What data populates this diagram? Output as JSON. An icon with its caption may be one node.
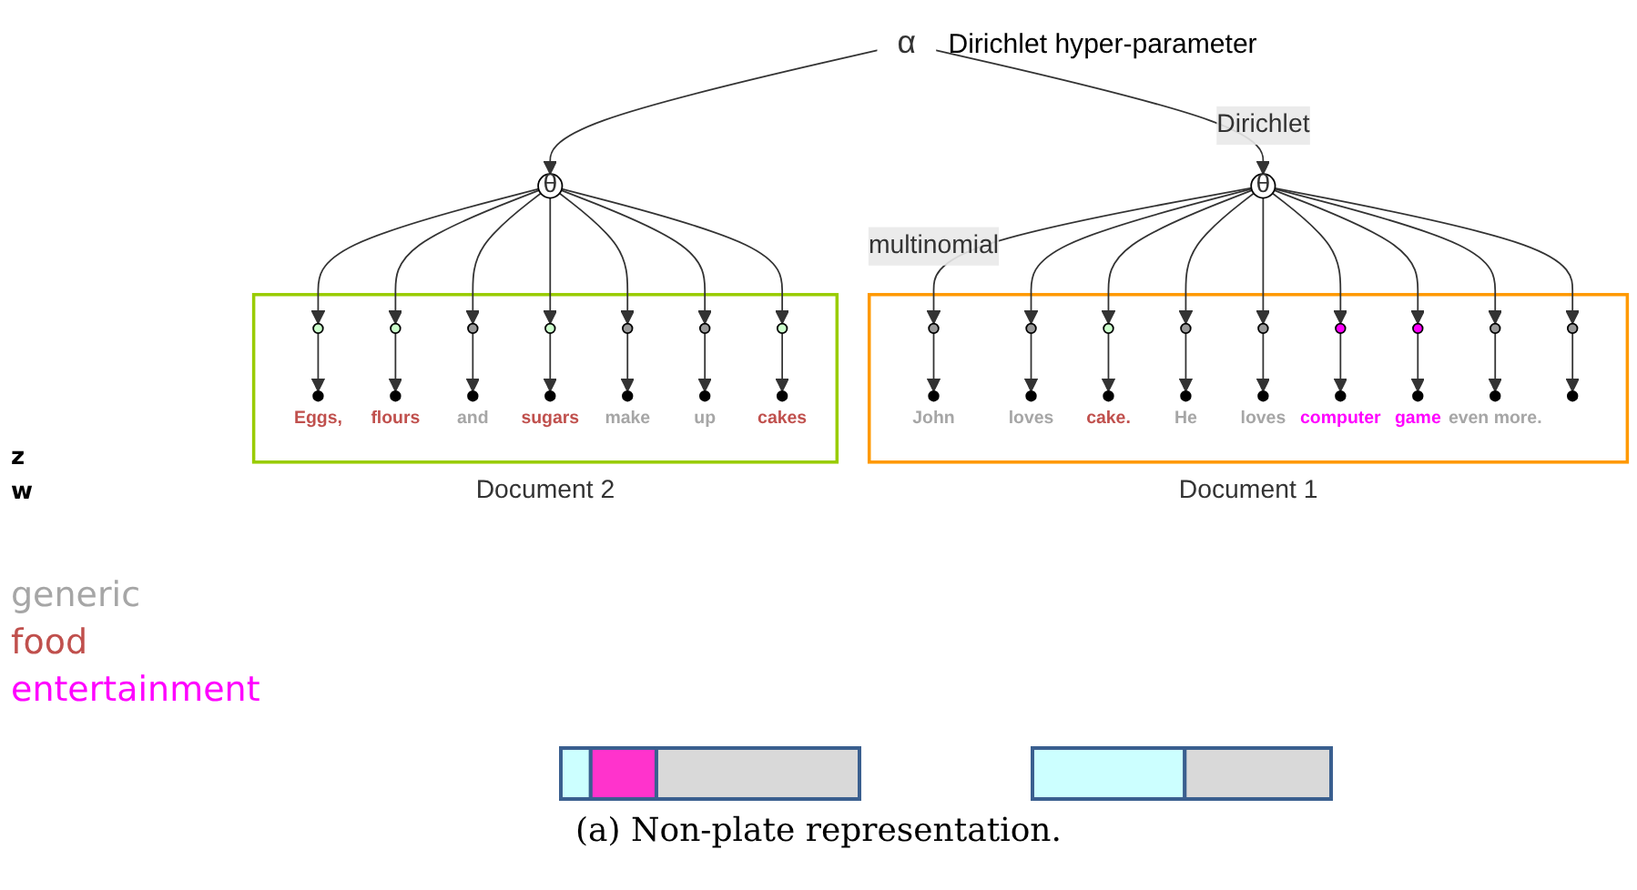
{
  "diagram": {
    "caption": "(a) Non-plate representation.",
    "nodes": [
      {
        "text": [
          "α"
        ],
        "beside": [
          "Dirichlet hyper-parameter"
        ]
      },
      {
        "text": [
          "θ"
        ]
      },
      {
        "text": [
          "θ"
        ]
      },
      {
        "text": [
          "Document 1"
        ]
      },
      {
        "text": [],
        "shape": "circle",
        "in": 3
      },
      {
        "text": [],
        "shape": "circle",
        "in": 3
      },
      {
        "text": [],
        "shape": "circle",
        "in": 3
      },
      {
        "text": [],
        "shape": "circle",
        "in": 3
      },
      {
        "text": [],
        "shape": "circle",
        "in": 3
      },
      {
        "text": [],
        "shape": "circle",
        "in": 3
      },
      {
        "text": [],
        "shape": "circle",
        "in": 3
      },
      {
        "text": [],
        "shape": "circle",
        "in": 3
      },
      {
        "text": [],
        "shape": "circle",
        "in": 3
      },
      {
        "text": [],
        "shape": "circle",
        "in": 3,
        "beside": [
          "John"
        ]
      },
      {
        "text": [],
        "shape": "circle",
        "in": 3,
        "beside": [
          "loves"
        ]
      },
      {
        "text": [],
        "shape": "circle",
        "in": 3,
        "beside": [
          "cake."
        ]
      },
      {
        "text": [],
        "shape": "circle",
        "in": 3,
        "beside": [
          "He"
        ]
      },
      {
        "text": [],
        "shape": "circle",
        "in": 3,
        "beside": [
          "loves"
        ]
      },
      {
        "text": [],
        "shape": "circle",
        "in": 3,
        "beside": [
          "computer"
        ]
      },
      {
        "text": [],
        "shape": "circle",
        "in": 3,
        "beside": [
          "game"
        ]
      },
      {
        "text": [],
        "shape": "circle",
        "in": 3,
        "beside": [
          "even more."
        ]
      },
      {
        "text": [],
        "shape": "circle",
        "in": 3
      },
      {
        "text": [
          "Document 2"
        ]
      },
      {
        "text": [],
        "shape": "circle",
        "in": 22
      },
      {
        "text": [],
        "shape": "circle",
        "in": 22
      },
      {
        "text": [],
        "shape": "circle",
        "in": 22
      },
      {
        "text": [],
        "shape": "circle",
        "in": 22
      },
      {
        "text": [],
        "shape": "circle",
        "in": 22
      },
      {
        "text": [],
        "shape": "circle",
        "in": 22
      },
      {
        "text": [],
        "shape": "circle",
        "in": 22
      },
      {
        "text": [],
        "shape": "circle",
        "in": 22,
        "beside": [
          "Eggs,"
        ]
      },
      {
        "text": [],
        "shape": "circle",
        "in": 22,
        "beside": [
          "flours"
        ]
      },
      {
        "text": [],
        "shape": "circle",
        "in": 22,
        "beside": [
          "and"
        ]
      },
      {
        "text": [],
        "shape": "circle",
        "in": 22,
        "beside": [
          "sugars"
        ]
      },
      {
        "text": [],
        "shape": "circle",
        "in": 22,
        "beside": [
          "make"
        ]
      },
      {
        "text": [],
        "shape": "circle",
        "in": 22,
        "beside": [
          "up"
        ]
      },
      {
        "text": [],
        "shape": "circle",
        "in": 22,
        "beside": [
          "cakes"
        ]
      }
    ],
    "edges": [
      {
        "from": 0,
        "to": 1,
        "arrow": "to",
        "label": "Dirichlet"
      },
      {
        "from": 0,
        "to": 2,
        "arrow": "to"
      },
      {
        "from": 1,
        "to": 4,
        "arrow": "to",
        "label": "multinomial"
      },
      {
        "from": 1,
        "to": 5,
        "arrow": "to"
      },
      {
        "from": 1,
        "to": 6,
        "arrow": "to"
      },
      {
        "from": 1,
        "to": 7,
        "arrow": "to"
      },
      {
        "from": 1,
        "to": 8,
        "arrow": "to"
      },
      {
        "from": 1,
        "to": 9,
        "arrow": "to"
      },
      {
        "from": 1,
        "to": 10,
        "arrow": "to"
      },
      {
        "from": 1,
        "to": 11,
        "arrow": "to"
      },
      {
        "from": 1,
        "to": 12,
        "arrow": "to"
      },
      {
        "from": 4,
        "to": 13,
        "arrow": "to"
      },
      {
        "from": 5,
        "to": 14,
        "arrow": "to"
      },
      {
        "from": 6,
        "to": 15,
        "arrow": "to"
      },
      {
        "from": 7,
        "to": 16,
        "arrow": "to"
      },
      {
        "from": 8,
        "to": 17,
        "arrow": "to"
      },
      {
        "from": 9,
        "to": 18,
        "arrow": "to"
      },
      {
        "from": 10,
        "to": 19,
        "arrow": "to"
      },
      {
        "from": 11,
        "to": 20,
        "arrow": "to"
      },
      {
        "from": 12,
        "to": 21,
        "arrow": "to"
      },
      {
        "from": 2,
        "to": 23,
        "arrow": "to"
      },
      {
        "from": 2,
        "to": 24,
        "arrow": "to"
      },
      {
        "from": 2,
        "to": 25,
        "arrow": "to"
      },
      {
        "from": 2,
        "to": 26,
        "arrow": "to"
      },
      {
        "from": 2,
        "to": 27,
        "arrow": "to"
      },
      {
        "from": 2,
        "to": 28,
        "arrow": "to"
      },
      {
        "from": 2,
        "to": 29,
        "arrow": "to"
      },
      {
        "from": 23,
        "to": 30,
        "arrow": "to"
      },
      {
        "from": 24,
        "to": 31,
        "arrow": "to"
      },
      {
        "from": 25,
        "to": 32,
        "arrow": "to"
      },
      {
        "from": 26,
        "to": 33,
        "arrow": "to"
      },
      {
        "from": 27,
        "to": 34,
        "arrow": "to"
      },
      {
        "from": 28,
        "to": 35,
        "arrow": "to"
      },
      {
        "from": 29,
        "to": 36,
        "arrow": "to"
      }
    ],
    "labels": [
      "z",
      "w"
    ],
    "legend": [
      {
        "text": "generic",
        "color": "#a6a6a6"
      },
      {
        "text": "food",
        "color": "#c0504d"
      },
      {
        "text": "entertainment",
        "color": "#ff00ff"
      }
    ]
  }
}
